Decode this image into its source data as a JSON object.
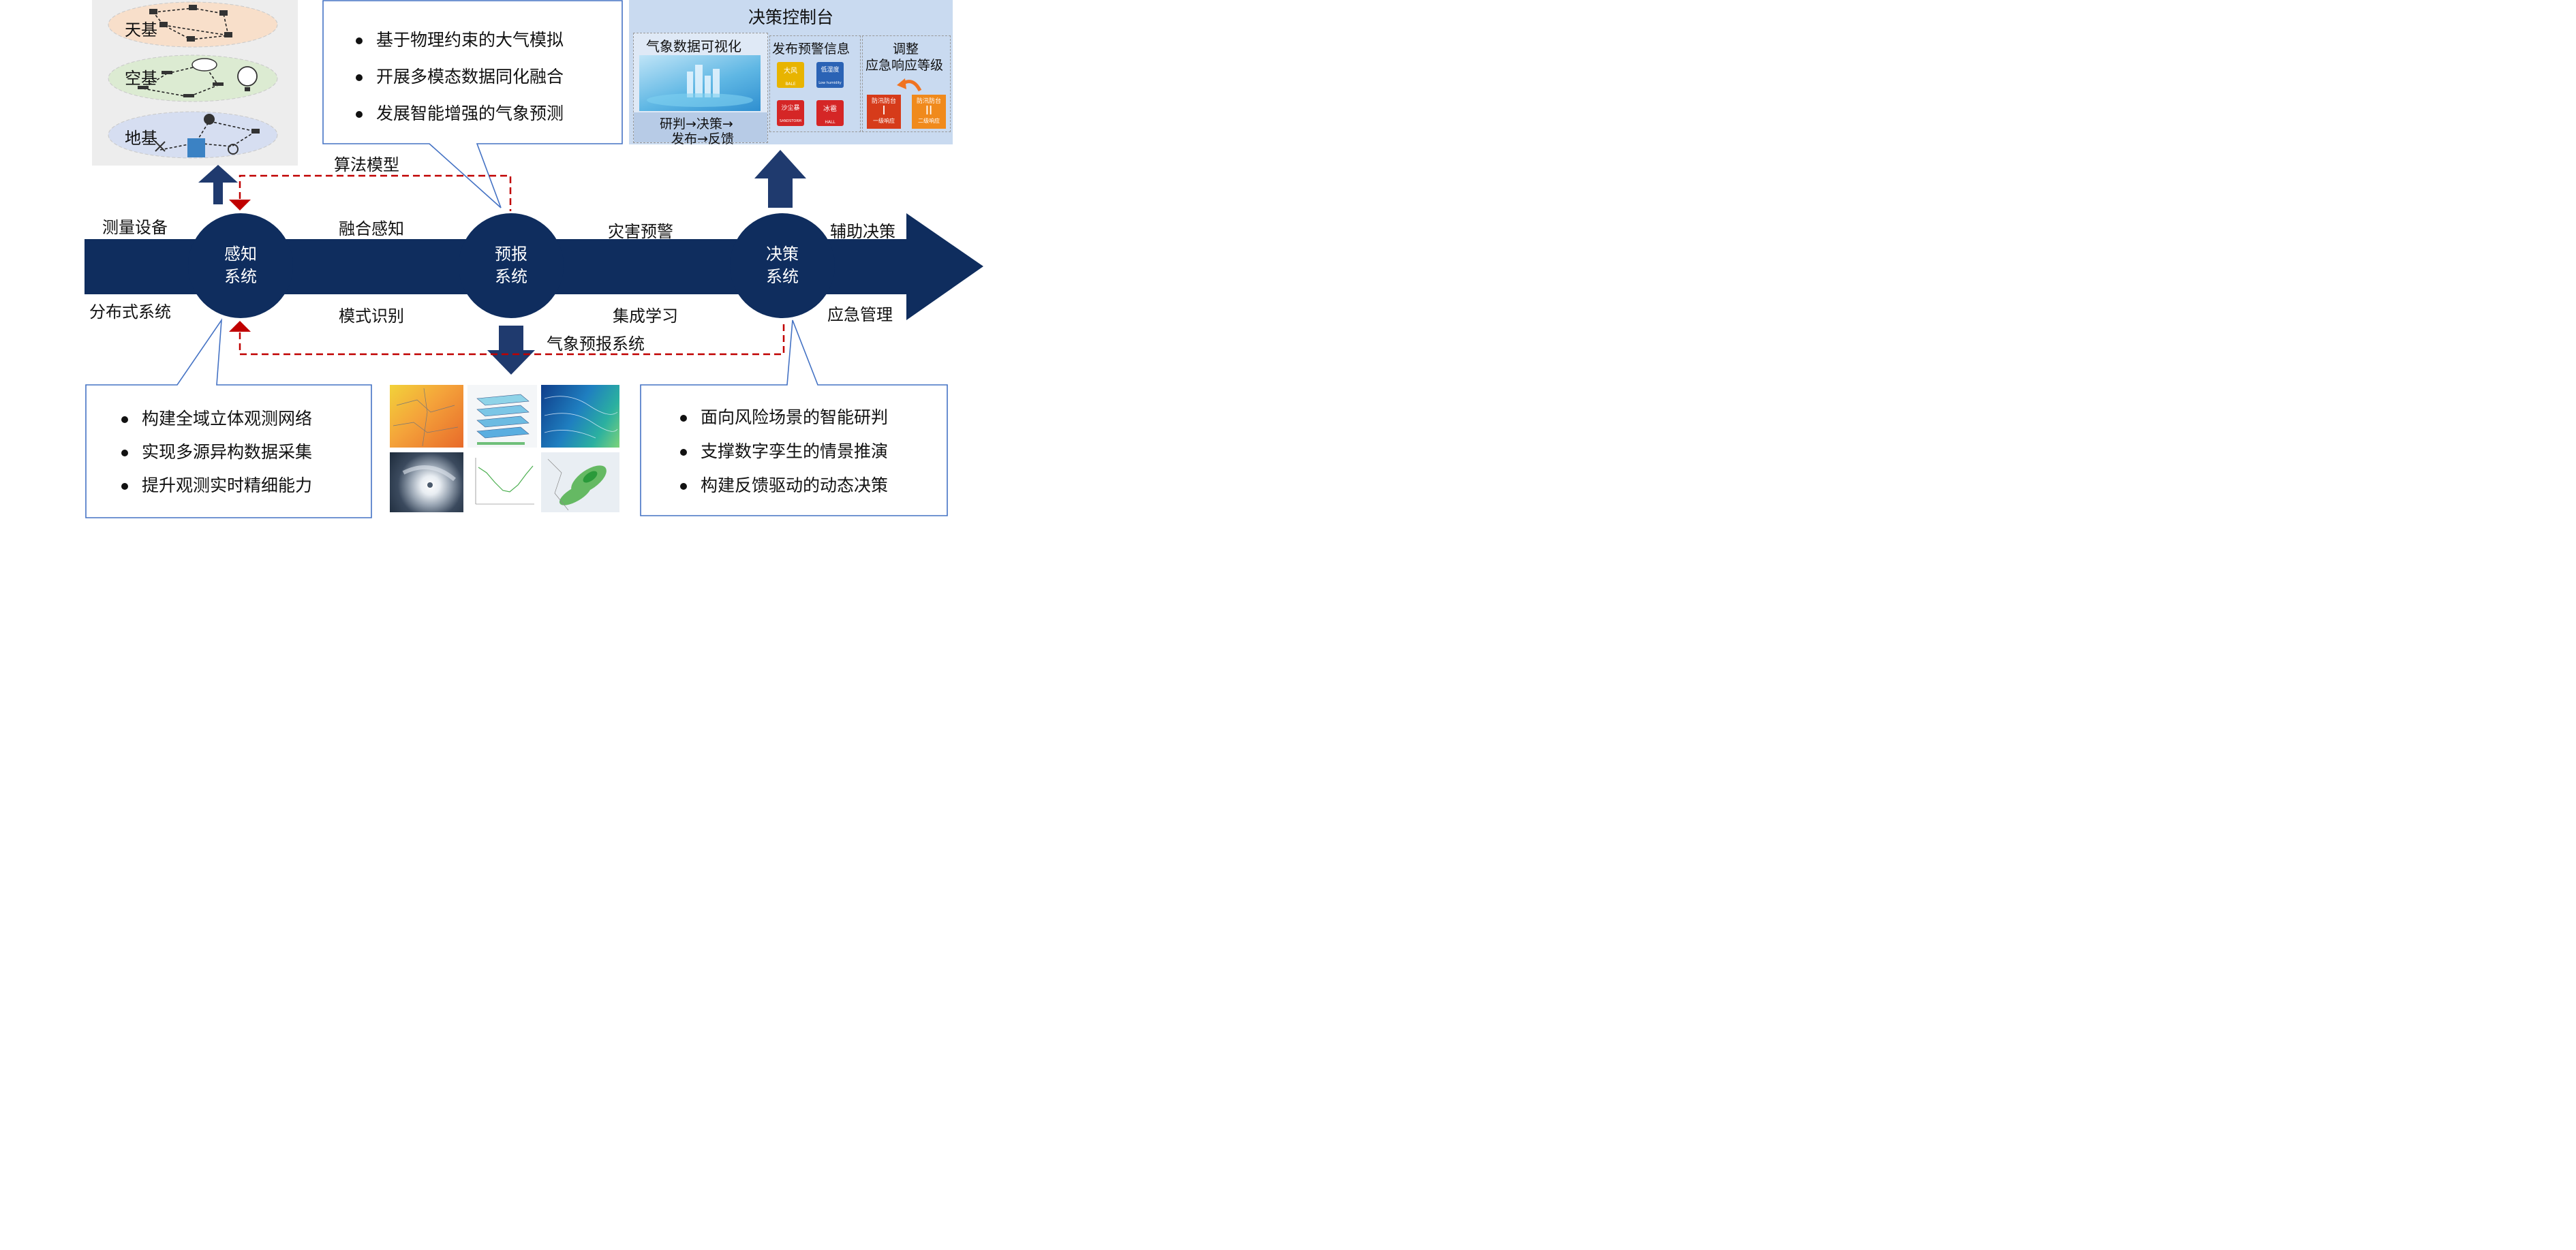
{
  "layers": [
    {
      "label": "天基"
    },
    {
      "label": "空基"
    },
    {
      "label": "地基"
    }
  ],
  "pipeline": {
    "nodes": [
      {
        "line1": "感知",
        "line2": "系统"
      },
      {
        "line1": "预报",
        "line2": "系统"
      },
      {
        "line1": "决策",
        "line2": "系统"
      }
    ],
    "labels": {
      "measure": "测量设备",
      "distributed": "分布式系统",
      "fusion": "融合感知",
      "pattern": "模式识别",
      "disaster": "灾害预警",
      "ensemble": "集成学习",
      "assist": "辅助决策",
      "emergency": "应急管理",
      "algorithm": "算法模型",
      "forecast_system": "气象预报系统"
    }
  },
  "forecast_callout": {
    "items": [
      "基于物理约束的大气模拟",
      "开展多模态数据同化融合",
      "发展智能增强的气象预测"
    ]
  },
  "sensing_callout": {
    "items": [
      "构建全域立体观测网络",
      "实现多源异构数据采集",
      "提升观测实时精细能力"
    ]
  },
  "decision_callout": {
    "items": [
      "面向风险场景的智能研判",
      "支撑数字孪生的情景推演",
      "构建反馈驱动的动态决策"
    ]
  },
  "console": {
    "title": "决策控制台",
    "viz_title": "气象数据可视化",
    "flow_line1": "研判→决策→",
    "flow_line2": "发布→反馈",
    "warn_title": "发布预警信息",
    "adjust_line1": "调整",
    "adjust_line2": "应急响应等级",
    "badges": [
      {
        "top": "大风",
        "bottom": "BALE",
        "color": "#e8b400"
      },
      {
        "top": "低湿度",
        "bottom": "Low humidity",
        "color": "#2b63b5"
      },
      {
        "top": "沙尘暴",
        "bottom": "SANDSTORM",
        "color": "#d52626"
      },
      {
        "top": "冰雹",
        "bottom": "HALL",
        "color": "#d52626"
      }
    ],
    "badge_levels": [
      "黄",
      "蓝",
      "红",
      "红"
    ],
    "response": [
      {
        "head": "防汛防台",
        "level": "I",
        "text": "一级响应",
        "color": "#d63b1a"
      },
      {
        "head": "防汛防台",
        "level": "II",
        "text": "二级响应",
        "color": "#f08a1c"
      }
    ]
  },
  "colors": {
    "navy": "#0f2d5e",
    "callout_border": "#4472c4",
    "dash_red": "#c00000",
    "console_bg": "#c9daf0",
    "space_layer": "#f8dfca",
    "air_layer": "#dcebd2",
    "ground_layer": "#d6def1"
  }
}
